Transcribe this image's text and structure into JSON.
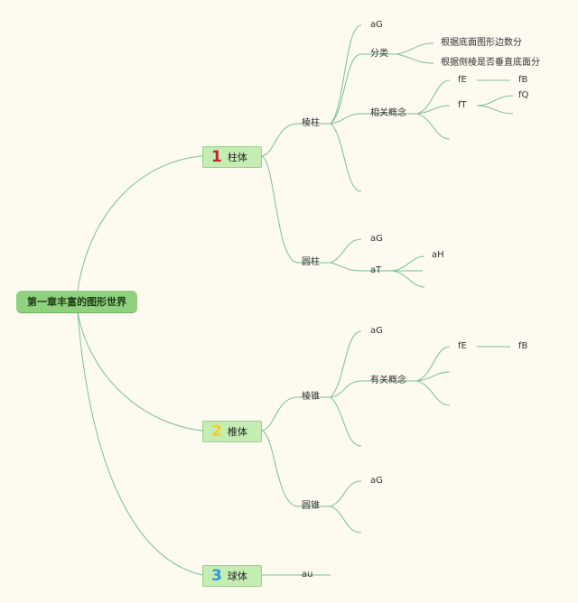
{
  "root": {
    "label": "第一章丰富的图形世界"
  },
  "main": [
    {
      "num": "1",
      "num_color": "#c8232c",
      "label": "柱体"
    },
    {
      "num": "2",
      "num_color": "#f4d024",
      "label": "椎体"
    },
    {
      "num": "3",
      "num_color": "#2a9bd8",
      "label": "球体"
    }
  ],
  "sub": {
    "lengzhu": "棱柱",
    "yuanzhu": "圆柱",
    "lengzhui": "棱锥",
    "yuanzhui": "圆锥",
    "au": "au"
  },
  "lengzhu": {
    "ag": "aG",
    "fenlei": "分类",
    "fenlei_a": "根据底面图形边数分",
    "fenlei_b": "根据侧棱是否垂直底面分",
    "xiangguan": "相关概念",
    "fe": "fE",
    "fb": "fB",
    "ft": "fT",
    "fq": "fQ"
  },
  "yuanzhu": {
    "ag": "aG",
    "at": "aT",
    "ah": "aH"
  },
  "lengzhui": {
    "ag": "aG",
    "youguan": "有关概念",
    "fe": "fE",
    "fb": "fB"
  },
  "yuanzhui": {
    "ag": "aG"
  },
  "colors": {
    "line": "#7fbf96",
    "root_bg": "#8fd17e",
    "main_bg": "#c5ecb3",
    "background": "#fdfaf0"
  }
}
